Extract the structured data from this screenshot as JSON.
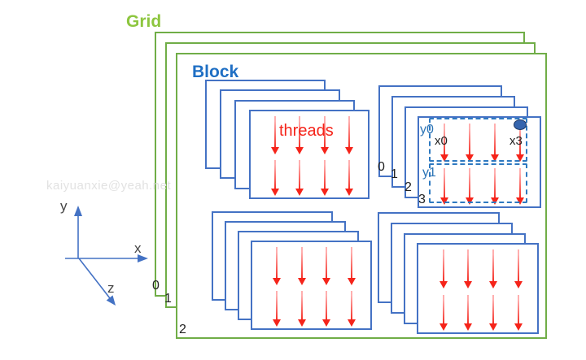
{
  "labels": {
    "grid": "Grid",
    "block": "Block",
    "threads": "threads"
  },
  "watermark": "kaiyuanxie@yeah.net",
  "axis_labels": {
    "x": "x",
    "y": "y",
    "z": "z"
  },
  "grid_depth_labels": [
    "0",
    "1",
    "2"
  ],
  "block_depth_labels": [
    "0",
    "1",
    "2",
    "3"
  ],
  "annotations": {
    "y0": "y0",
    "y1": "y1",
    "x0": "x0",
    "x3": "x3"
  },
  "threads": {
    "columns": 4,
    "rows": 2
  },
  "colors": {
    "grid_line": "#70AD47",
    "grid_text": "#8DC63F",
    "block_line": "#4472C4",
    "block_text": "#1F6FC4",
    "dashed_line": "#2E79C0",
    "anno_blue": "#2E75B6",
    "thread_red": "#F5241A",
    "shaft_light": "#FFAFAF",
    "ink": "#222222",
    "axis_line": "#4472C4",
    "axis_text": "#454545",
    "watermark": "#E2E2E2",
    "marker_fill": "#3565AE",
    "marker_edge": "#1F3864"
  }
}
